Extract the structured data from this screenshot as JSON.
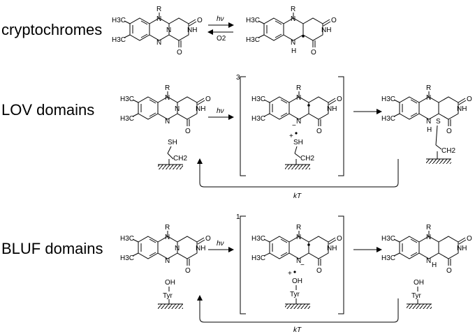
{
  "rows": {
    "cryptochromes": {
      "label": "cryptochromes",
      "arrow_top": "hν",
      "arrow_bottom": "O2"
    },
    "lov": {
      "label": "LOV domains",
      "arrow_top": "hν",
      "bracket_index": "3",
      "return_label": "kT"
    },
    "bluf": {
      "label": "BLUF domains",
      "arrow_top": "hν",
      "bracket_index": "1",
      "return_label": "kT"
    }
  },
  "atoms": {
    "R": "R",
    "N": "N",
    "NH": "NH",
    "H": "H",
    "O": "O",
    "CH3": "H3C",
    "SH": "SH",
    "CH2": "CH2",
    "S": "S",
    "OH": "OH",
    "Tyr": "Tyr",
    "plus": "+",
    "minus": "−"
  }
}
